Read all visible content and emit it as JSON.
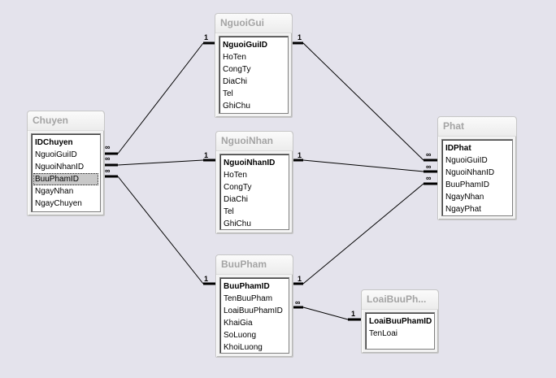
{
  "tables": {
    "nguoigui": {
      "title": "NguoiGui",
      "fields": [
        "NguoiGuiID",
        "HoTen",
        "CongTy",
        "DiaChi",
        "Tel",
        "GhiChu"
      ]
    },
    "nguoinhan": {
      "title": "NguoiNhan",
      "fields": [
        "NguoiNhanID",
        "HoTen",
        "CongTy",
        "DiaChi",
        "Tel",
        "GhiChu"
      ]
    },
    "chuyen": {
      "title": "Chuyen",
      "fields": [
        "IDChuyen",
        "NguoiGuiID",
        "NguoiNhanID",
        "BuuPhamID",
        "NgayNhan",
        "NgayChuyen"
      ]
    },
    "phat": {
      "title": "Phat",
      "fields": [
        "IDPhat",
        "NguoiGuiID",
        "NguoiNhanID",
        "BuuPhamID",
        "NgayNhan",
        "NgayPhat"
      ]
    },
    "buupham": {
      "title": "BuuPham",
      "fields": [
        "BuuPhamID",
        "TenBuuPham",
        "LoaiBuuPhamID",
        "KhaiGia",
        "SoLuong",
        "KhoiLuong"
      ]
    },
    "loaibuupham": {
      "title": "LoaiBuuPh...",
      "fields": [
        "LoaiBuuPhamID",
        "TenLoai"
      ]
    }
  },
  "relationships": {
    "one_label": "1",
    "many_label": "∞"
  },
  "colors": {
    "canvas": "#e4e3ec",
    "title_text": "#a4a4a4",
    "line": "#000000"
  }
}
